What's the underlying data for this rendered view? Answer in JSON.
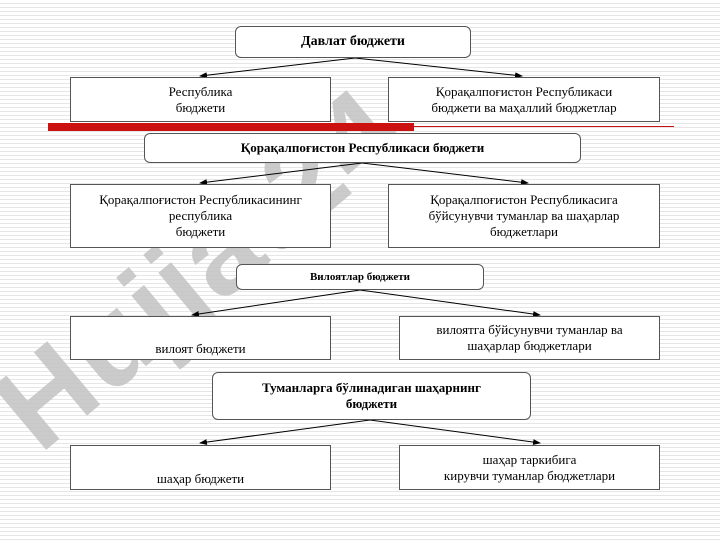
{
  "diagram": {
    "level1": {
      "title": "Давлат бюджети",
      "left": "Республика\nбюджети",
      "right": "Қорақалпоғистон Республикаси\nбюджети ва маҳаллий бюджетлар"
    },
    "level2": {
      "title": "Қорақалпоғистон Республикаси бюджети",
      "left": "Қорақалпоғистон Республикасининг\nреспублика\nбюджети",
      "right": "Қорақалпоғистон Республикасига\nбўйсунувчи туманлар ва шаҳарлар\nбюджетлари"
    },
    "level3": {
      "title": "Вилоятлар бюджети",
      "left": "вилоят бюджети",
      "right": "вилоятга бўйсунувчи туманлар ва\nшаҳарлар бюджетлари"
    },
    "level4": {
      "title": "Туманларга бўлинадиган шаҳарнинг\nбюджети",
      "left": "шаҳар бюджети",
      "right": "шаҳар таркибига\nкирувчи туманлар бюджетлари"
    }
  },
  "watermark": {
    "text": "Hujjat24",
    "color": "#c3c3c3",
    "accent_text": "24",
    "accent_color": "#d7ccf5"
  },
  "accent_bar_color": "#cc1111"
}
